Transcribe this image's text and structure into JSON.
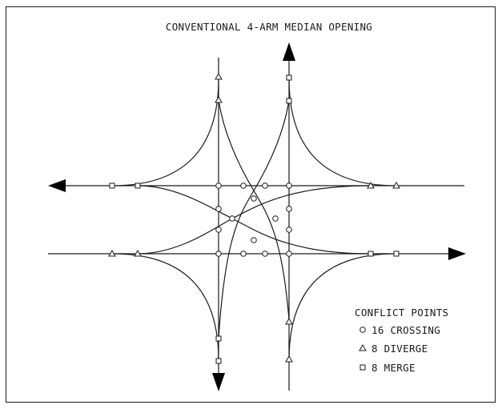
{
  "title": "CONVENTIONAL 4-ARM MEDIAN OPENING",
  "legend": {
    "heading": "CONFLICT POINTS",
    "items": [
      {
        "symbol": "circle",
        "label": "16 CROSSING"
      },
      {
        "symbol": "triangle",
        "label": "8 DIVERGE"
      },
      {
        "symbol": "square",
        "label": "8 MERGE"
      }
    ]
  },
  "colors": {
    "line": "#1a1a1a",
    "background": "#ffffff"
  }
}
